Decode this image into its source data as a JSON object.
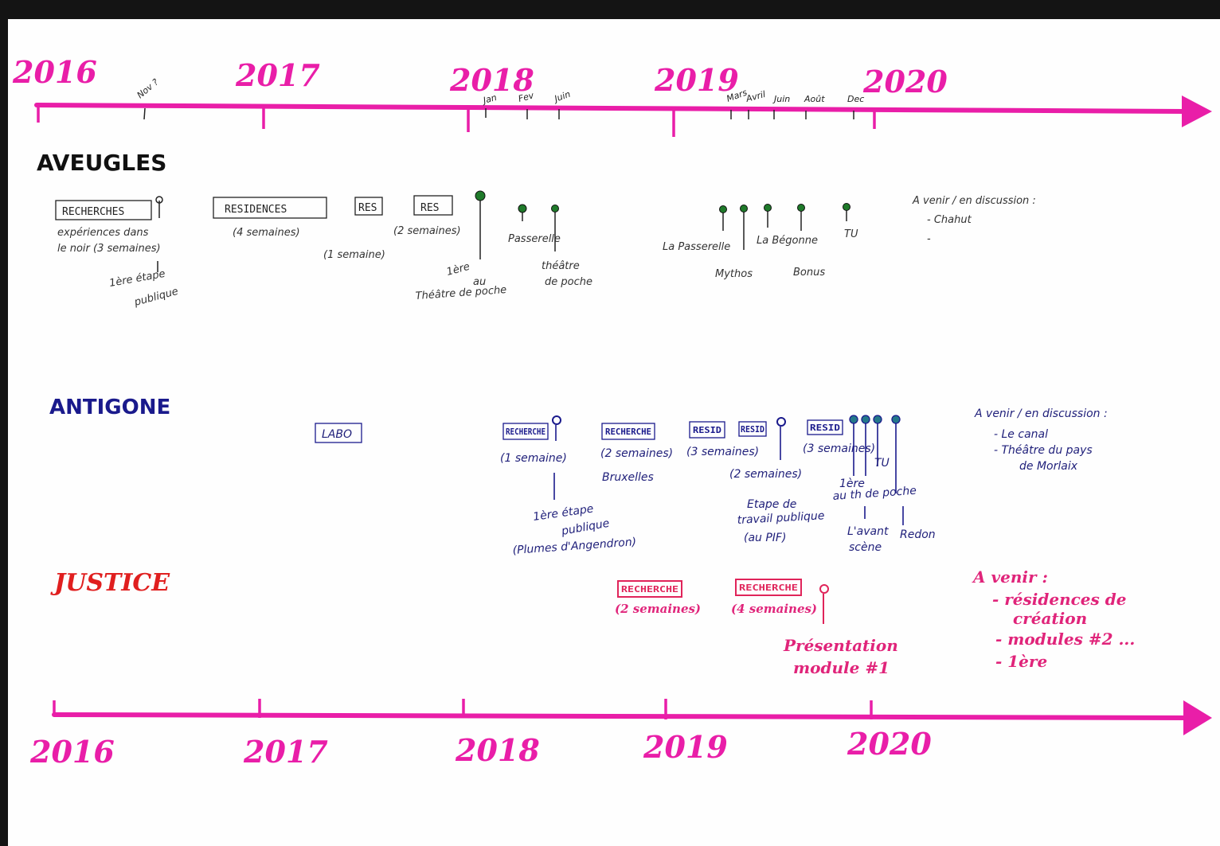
{
  "top_axis": {
    "years": [
      "2016",
      "2017",
      "2018",
      "2019",
      "2020"
    ],
    "months_2016": [
      "Nov ?"
    ],
    "months_2018": [
      "Jan",
      "Fev",
      "Juin"
    ],
    "months_2019": [
      "Mars",
      "Avril",
      "Juin",
      "Août",
      "Dec"
    ]
  },
  "bottom_axis": {
    "years": [
      "2016",
      "2017",
      "2018",
      "2019",
      "2020"
    ]
  },
  "aveugles": {
    "title": "AVEUGLES",
    "recherches": {
      "label": "RECHERCHES",
      "note1": "expériences dans",
      "note2": "le noir (3 semaines)",
      "event1": "1ère étape",
      "event2": "publique"
    },
    "residences": {
      "label": "RESIDENCES",
      "note": "(4 semaines)"
    },
    "res1": {
      "label": "RES",
      "note": "(1 semaine)"
    },
    "res2": {
      "label": "RES",
      "note": "(2 semaines)"
    },
    "premiere": {
      "l1": "1ère",
      "l2": "au",
      "l3": "Théâtre de poche"
    },
    "passerelle_2018": "Passerelle",
    "theatre_poche": {
      "l1": "théâtre",
      "l2": "de poche"
    },
    "tour_2019": [
      "La Passerelle",
      "Mythos",
      "La Bégonne",
      "Bonus",
      "TU"
    ],
    "future": {
      "title": "A venir / en discussion :",
      "items": [
        "- Chahut",
        "-"
      ]
    }
  },
  "antigone": {
    "title": "ANTIGONE",
    "labo": "LABO",
    "recherche1": {
      "label": "RECHERCHE",
      "note": "(1 semaine)",
      "event1": "1ère étape",
      "event2": "publique",
      "event3": "(Plumes d'Angendron)"
    },
    "recherche2": {
      "label": "RECHERCHE",
      "note": "(2 semaines)",
      "place": "Bruxelles"
    },
    "resid1": {
      "label": "RESID",
      "note": "(3 semaines)"
    },
    "resid2": {
      "label": "RESID",
      "note": "(2 semaines)",
      "event1": "Etape de",
      "event2": "travail publique",
      "event3": "(au PIF)"
    },
    "resid3": {
      "label": "RESID",
      "note": "(3 semaines)"
    },
    "premiere": {
      "l1": "1ère",
      "l2": "au th de poche"
    },
    "tu": "TU",
    "avant_scene": {
      "l1": "L'avant",
      "l2": "scène"
    },
    "redon": "Redon",
    "future": {
      "title": "A venir / en discussion :",
      "items": [
        "- Le canal",
        "- Théâtre du pays",
        "de Morlaix"
      ]
    }
  },
  "justice": {
    "title": "JUSTICE",
    "recherche1": {
      "label": "RECHERCHE",
      "note": "(2 semaines)"
    },
    "recherche2": {
      "label": "RECHERCHE",
      "note": "(4 semaines)"
    },
    "presentation": {
      "l1": "Présentation",
      "l2": "module #1"
    },
    "future": {
      "title": "A venir :",
      "items": [
        "- résidences de",
        "création",
        "- modules #2 ...",
        "- 1ère"
      ]
    }
  },
  "colors": {
    "axis": "#e91ea8",
    "aveugles": "#111111",
    "antigone": "#1a1a8c",
    "justice": "#e01f1f"
  }
}
